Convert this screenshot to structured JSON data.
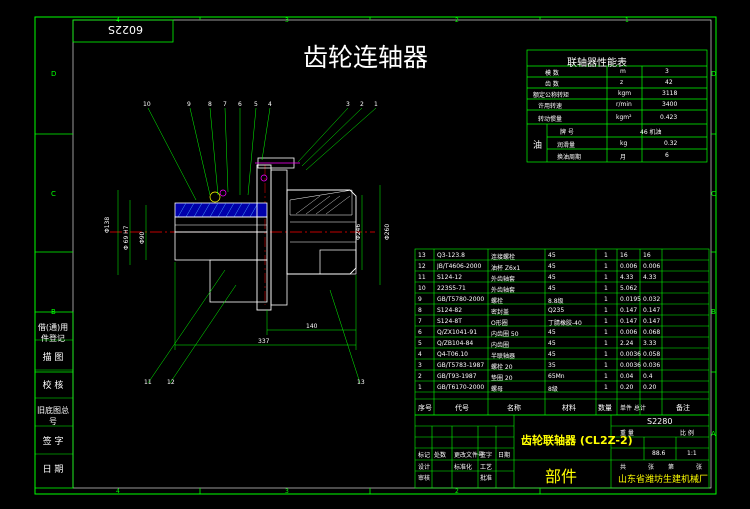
{
  "drawing": {
    "title": "齿轮连轴器",
    "stamp": "6022S",
    "zone_letters": [
      "D",
      "C",
      "B",
      "A"
    ],
    "zone_numbers": [
      "4",
      "3",
      "2",
      "1"
    ]
  },
  "perf_table": {
    "title": "联轴器性能表",
    "rows": [
      {
        "name": "模 数",
        "sym": "m",
        "val": "3"
      },
      {
        "name": "齿 数",
        "sym": "z",
        "val": "42"
      },
      {
        "name": "额定公称转矩",
        "sym": "kgm",
        "val": "3118"
      },
      {
        "name": "许用转速",
        "sym": "r/min",
        "val": "3400"
      },
      {
        "name": "转动惯量",
        "sym": "kgm²",
        "val": "0.423"
      }
    ],
    "oil": {
      "label": "油",
      "r1": [
        "牌 号",
        "46 机油"
      ],
      "r2": [
        "润滑量",
        "kg",
        "0.32"
      ],
      "r3": [
        "换油周期",
        "月",
        "6"
      ]
    }
  },
  "side_labels": [
    "借(通)用件登记",
    "描 图",
    "校 核",
    "旧底图总号",
    "签 字",
    "日 期"
  ],
  "callouts": [
    "10",
    "9",
    "8",
    "7",
    "6",
    "5",
    "4",
    "3",
    "2",
    "1",
    "11",
    "12",
    "13"
  ],
  "dims": {
    "d1": "Φ138",
    "d2": "Φ 69 H7",
    "d3": "Φ90",
    "d4": "Φ246",
    "d5": "Φ260",
    "len1": "140",
    "len2": "337"
  },
  "bom_rows": [
    [
      "13",
      "Q3-123.8",
      "连接螺栓",
      "45",
      "1",
      "16",
      "16"
    ],
    [
      "12",
      "JB/T4606-2000",
      "油杯 Z6x1",
      "45",
      "1",
      "0.006",
      "0.006"
    ],
    [
      "11",
      "S124-12",
      "外齿轴套",
      "45",
      "1",
      "4.33",
      "4.33"
    ],
    [
      "10",
      "223S5-71",
      "外齿轴套",
      "45",
      "1",
      "5.062",
      ""
    ],
    [
      "9",
      "GB/T5780-2000",
      "螺栓",
      "8.8级",
      "1",
      "0.0195",
      "0.032"
    ],
    [
      "8",
      "S124-82",
      "密封盖",
      "Q235",
      "1",
      "0.147",
      "0.147"
    ],
    [
      "7",
      "S124-8T",
      "O形圈",
      "丁腈橡胶-40",
      "1",
      "0.147",
      "0.147"
    ],
    [
      "6",
      "Q/ZX1041-91",
      "内齿圈 50",
      "45",
      "1",
      "0.006",
      "0.068"
    ],
    [
      "5",
      "Q/ZB104-84",
      "内齿圈",
      "45",
      "1",
      "2.24",
      "3.33"
    ],
    [
      "4",
      "Q4-T06.10",
      "半联轴器",
      "45",
      "1",
      "0.0036",
      "0.058"
    ],
    [
      "3",
      "GB/T5783-1987",
      "螺栓 20",
      "35",
      "1",
      "0.0036",
      "0.036"
    ],
    [
      "2",
      "GB/T93-1987",
      "垫圈 20",
      "65Mn",
      "1",
      "0.04",
      "0.4"
    ],
    [
      "1",
      "GB/T6170-2000",
      "螺母",
      "8级",
      "1",
      "0.20",
      "0.20"
    ]
  ],
  "bom_header": [
    "序号",
    "代号",
    "名称",
    "材料",
    "数量",
    "单件 总计",
    "备注"
  ],
  "title_block": {
    "part_name": "齿轮联轴器 (CL2Z-2)",
    "drawing_no": "S2280",
    "category": "部件",
    "company": "山东省潍坊生建机械厂",
    "mass_scale": [
      "重 量",
      "比 例"
    ],
    "mass_val": "88.6",
    "scale_val": "1:1",
    "sheet": [
      "共",
      "张",
      "第",
      "张"
    ],
    "left_labels": [
      "标记",
      "处数",
      "更改文件号",
      "签字",
      "日期",
      "设计",
      "审核",
      "工艺",
      "标准化",
      "批准"
    ]
  },
  "colors": {
    "frame": "#00ff00",
    "part": "#ffffff",
    "center": "#ff0000",
    "text": "#ffffff",
    "accent": "#ffff00",
    "hatch": "#0000ff",
    "highlight": "#ff00ff"
  }
}
